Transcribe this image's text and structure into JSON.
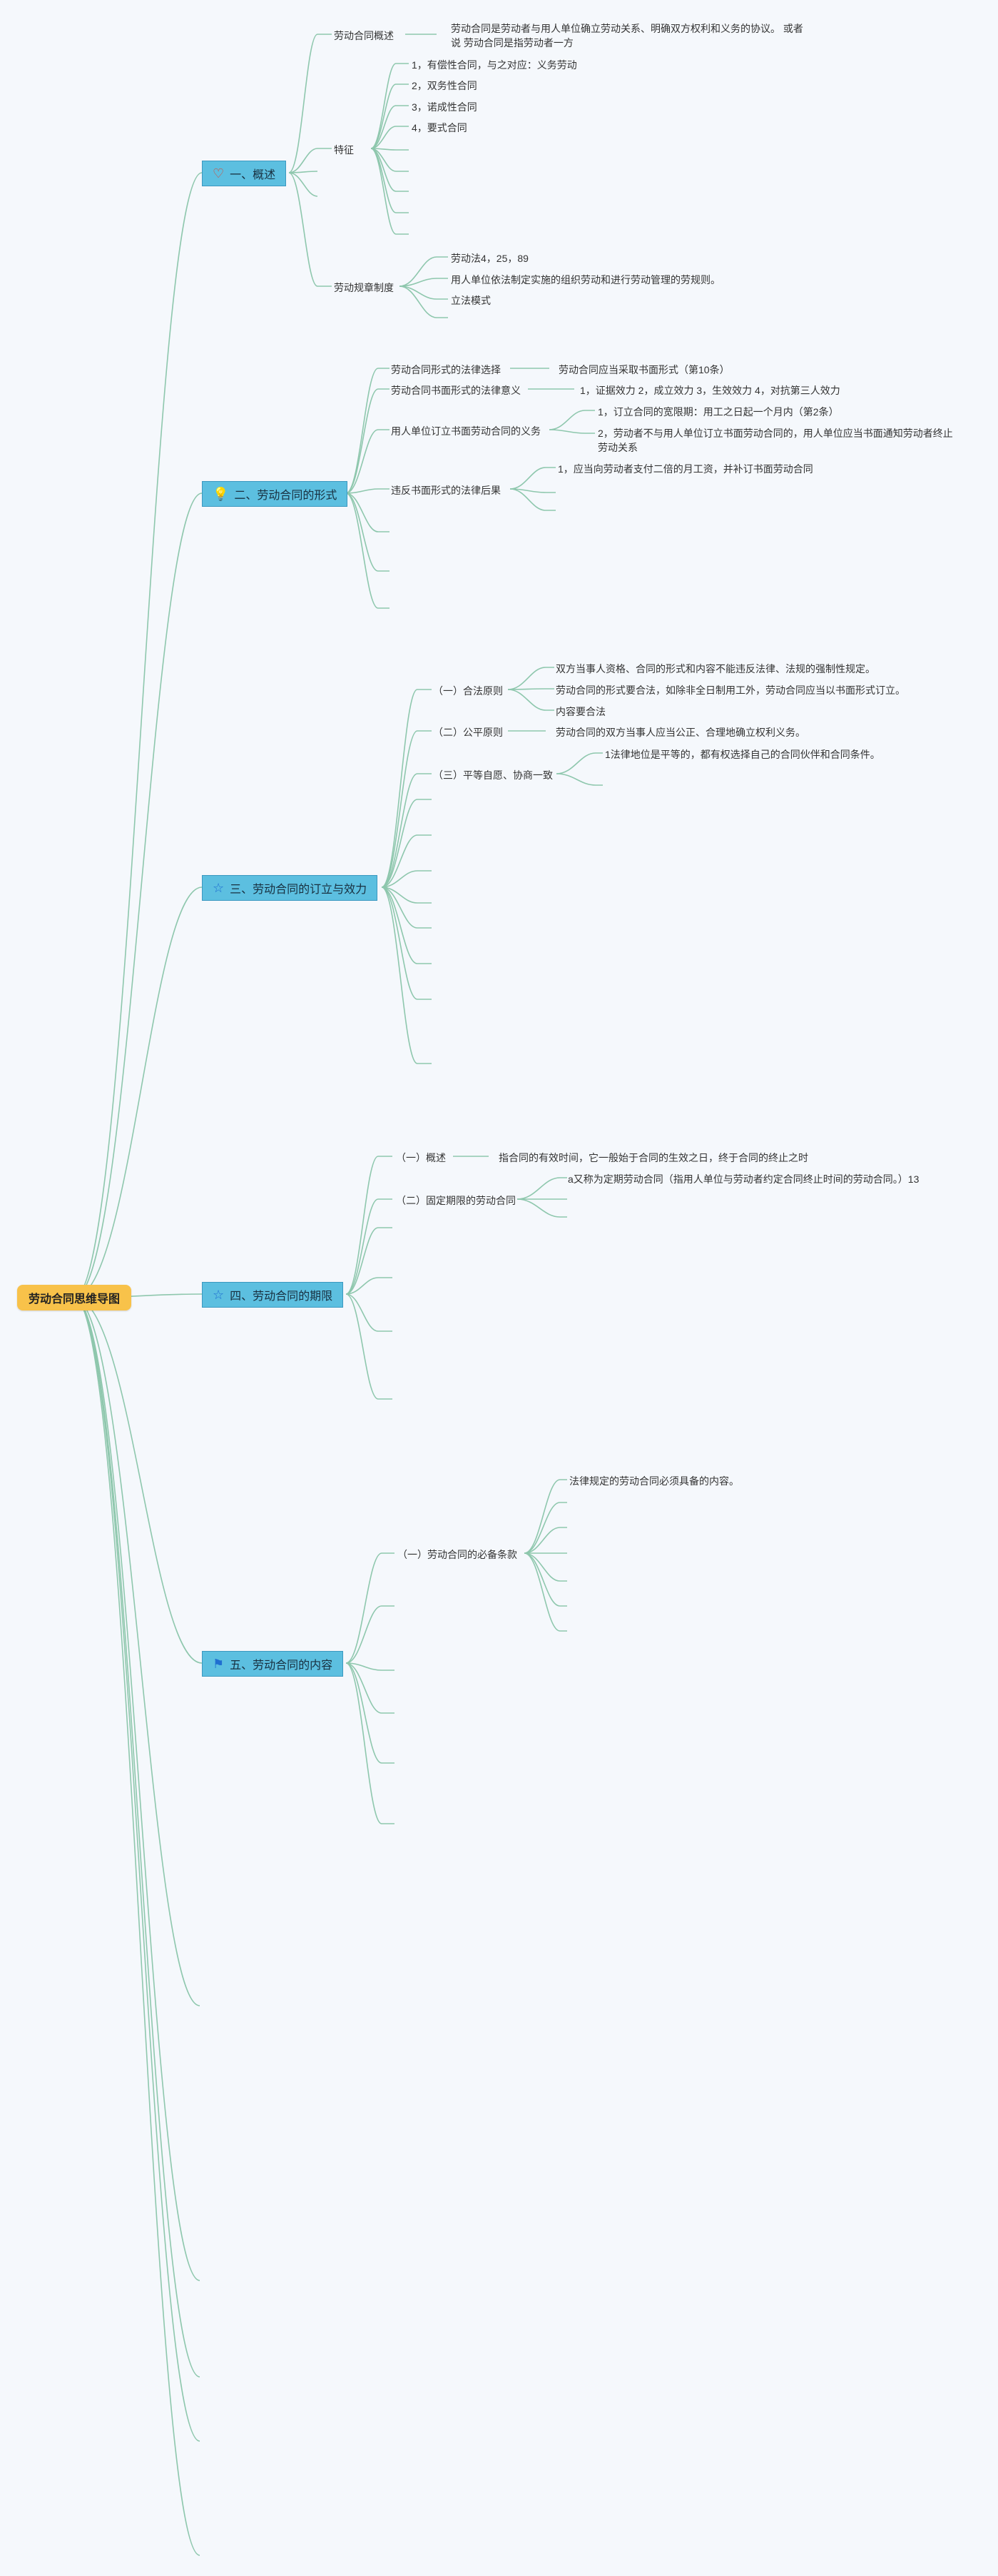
{
  "root": "劳动合同思维导图",
  "icons": {
    "b1": "heart-icon",
    "b2": "lightbulb-icon",
    "b3": "star-icon",
    "b4": "star-icon",
    "b5": "flag-icon"
  },
  "colors": {
    "background": "#f5f8fc",
    "root_fill": "#f8c24a",
    "branch_fill": "#5cbfe0",
    "connector": "#8ec7ad"
  },
  "b1": {
    "label": "一、概述",
    "overview": {
      "label": "劳动合同概述",
      "detail": "劳动合同是劳动者与用人单位确立劳动关系、明确双方权利和义务的协议。 或者说 劳动合同是指劳动者一方"
    },
    "features": {
      "label": "特征",
      "items": [
        "1，有偿性合同，与之对应：义务劳动",
        "2，双务性合同",
        "3，诺成性合同",
        "4，要式合同"
      ]
    },
    "rules": {
      "label": "劳动规章制度",
      "items": [
        "劳动法4，25，89",
        "用人单位依法制定实施的组织劳动和进行劳动管理的劳规则。",
        "立法模式"
      ]
    }
  },
  "b2": {
    "label": "二、劳动合同的形式",
    "choice": {
      "label": "劳动合同形式的法律选择",
      "detail": "劳动合同应当采取书面形式（第10条）"
    },
    "meaning": {
      "label": "劳动合同书面形式的法律意义",
      "detail": "1，证据效力 2，成立效力 3，生效效力 4，对抗第三人效力"
    },
    "duty": {
      "label": "用人单位订立书面劳动合同的义务",
      "items": [
        "1，订立合同的宽限期：用工之日起一个月内（第2条）",
        "2，劳动者不与用人单位订立书面劳动合同的，用人单位应当书面通知劳动者终止劳动关系"
      ]
    },
    "breach": {
      "label": "违反书面形式的法律后果",
      "detail": "1，应当向劳动者支付二倍的月工资，并补订书面劳动合同"
    }
  },
  "b3": {
    "label": "三、劳动合同的订立与效力",
    "legal": {
      "label": "（一）合法原则",
      "items": [
        "双方当事人资格、合同的形式和内容不能违反法律、法规的强制性规定。",
        "劳动合同的形式要合法，如除非全日制用工外，劳动合同应当以书面形式订立。",
        "内容要合法"
      ]
    },
    "fair": {
      "label": "（二）公平原则",
      "detail": "劳动合同的双方当事人应当公正、合理地确立权利义务。"
    },
    "equal": {
      "label": "（三）平等自愿、协商一致",
      "detail": "1法律地位是平等的，都有权选择自己的合同伙伴和合同条件。"
    }
  },
  "b4": {
    "label": "四、劳动合同的期限",
    "overview": {
      "label": "（一）概述",
      "detail": "指合同的有效时间，它一般始于合同的生效之日，终于合同的终止之时"
    },
    "fixed": {
      "label": "（二）固定期限的劳动合同",
      "detail": "a又称为定期劳动合同（指用人单位与劳动者约定合同终止时间的劳动合同。）13"
    }
  },
  "b5": {
    "label": "五、劳动合同的内容",
    "required": {
      "label": "（一）劳动合同的必备条款",
      "detail": "法律规定的劳动合同必须具备的内容。"
    }
  }
}
